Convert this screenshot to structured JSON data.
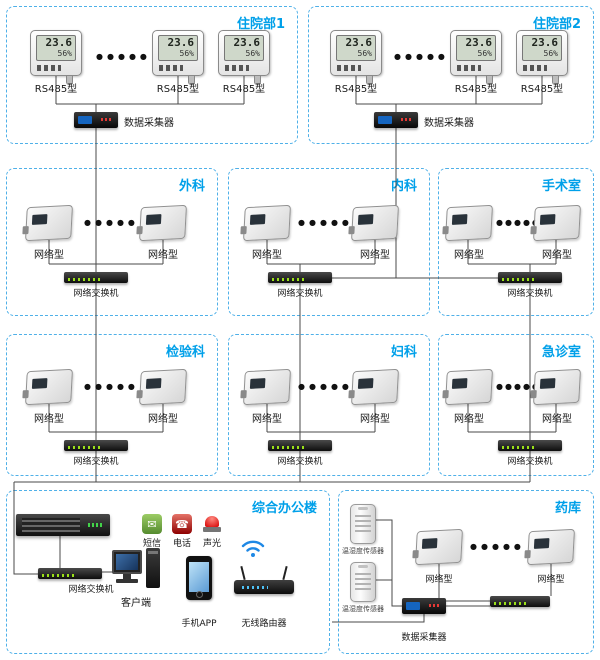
{
  "colors": {
    "accent": "#00a0e9",
    "box_border": "#4fb0e8",
    "wire": "#4a4a4a"
  },
  "lcd": {
    "temp": "23.6",
    "hum": "56%"
  },
  "dots": "●●●●●",
  "groups": [
    {
      "title": "住院部1",
      "devices": [
        "RS485型",
        "RS485型",
        "RS485型"
      ],
      "collector": "数据采集器"
    },
    {
      "title": "住院部2",
      "devices": [
        "RS485型",
        "RS485型",
        "RS485型"
      ],
      "collector": "数据采集器"
    },
    {
      "title": "外科",
      "devices": [
        "网络型",
        "网络型"
      ],
      "switch": "网络交换机"
    },
    {
      "title": "内科",
      "devices": [
        "网络型",
        "网络型"
      ],
      "switch": "网络交换机"
    },
    {
      "title": "手术室",
      "devices": [
        "网络型",
        "网络型"
      ],
      "switch": "网络交换机"
    },
    {
      "title": "检验科",
      "devices": [
        "网络型",
        "网络型"
      ],
      "switch": "网络交换机"
    },
    {
      "title": "妇科",
      "devices": [
        "网络型",
        "网络型"
      ],
      "switch": "网络交换机"
    },
    {
      "title": "急诊室",
      "devices": [
        "网络型",
        "网络型"
      ],
      "switch": "网络交换机"
    },
    {
      "title": "综合办公楼",
      "switch": "网络交换机",
      "client": "客户端",
      "sms": "短信",
      "phone": "电话",
      "alarm": "声光",
      "app": "手机APP",
      "router": "无线路由器"
    },
    {
      "title": "药库",
      "sensors": [
        "温湿度传感器",
        "温湿度传感器"
      ],
      "devices": [
        "网络型",
        "网络型"
      ],
      "collector": "数据采集器"
    }
  ]
}
